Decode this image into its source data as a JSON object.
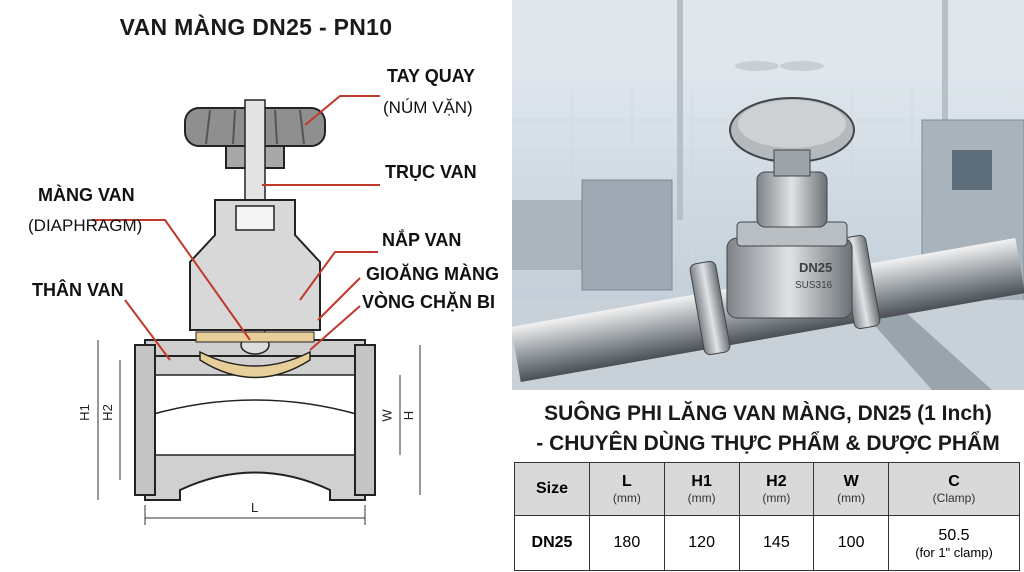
{
  "title": "VAN MÀNG DN25 - PN10",
  "labels": {
    "handwheel": "TAY QUAY",
    "handwheel_sub": "(NÚM VẶN)",
    "stem": "TRỤC VAN",
    "diaphragm": "MÀNG VAN",
    "diaphragm_sub": "(DIAPHRAGM)",
    "bonnet": "NẮP VAN",
    "gasket": "GIOĂNG MÀNG",
    "ring": "VÒNG CHẶN BI",
    "body": "THÂN VAN"
  },
  "dims": {
    "H1": "H1",
    "H2": "H2",
    "W": "W",
    "H": "H",
    "L": "L"
  },
  "photo": {
    "badge": "DN25",
    "badge_sub": "SUS316"
  },
  "caption": {
    "line1": "SUÔNG PHI LĂNG VAN MÀNG, DN25 (1 Inch)",
    "line2": "- CHUYÊN DÙNG THỰC PHẨM & DƯỢC PHẨM"
  },
  "table": {
    "headers": [
      {
        "label": "Size",
        "unit": ""
      },
      {
        "label": "L",
        "unit": "(mm)"
      },
      {
        "label": "H1",
        "unit": "(mm)"
      },
      {
        "label": "H2",
        "unit": "(mm)"
      },
      {
        "label": "W",
        "unit": "(mm)"
      },
      {
        "label": "C",
        "unit": "(Clamp)"
      }
    ],
    "row": {
      "size": "DN25",
      "L": "180",
      "H1": "120",
      "H2": "145",
      "W": "100",
      "C": "50.5",
      "C_sub": "(for 1\" clamp)"
    }
  },
  "colors": {
    "accent_line": "#c0392b",
    "metal": "#c8cacc",
    "seal": "#e8cf9a"
  }
}
